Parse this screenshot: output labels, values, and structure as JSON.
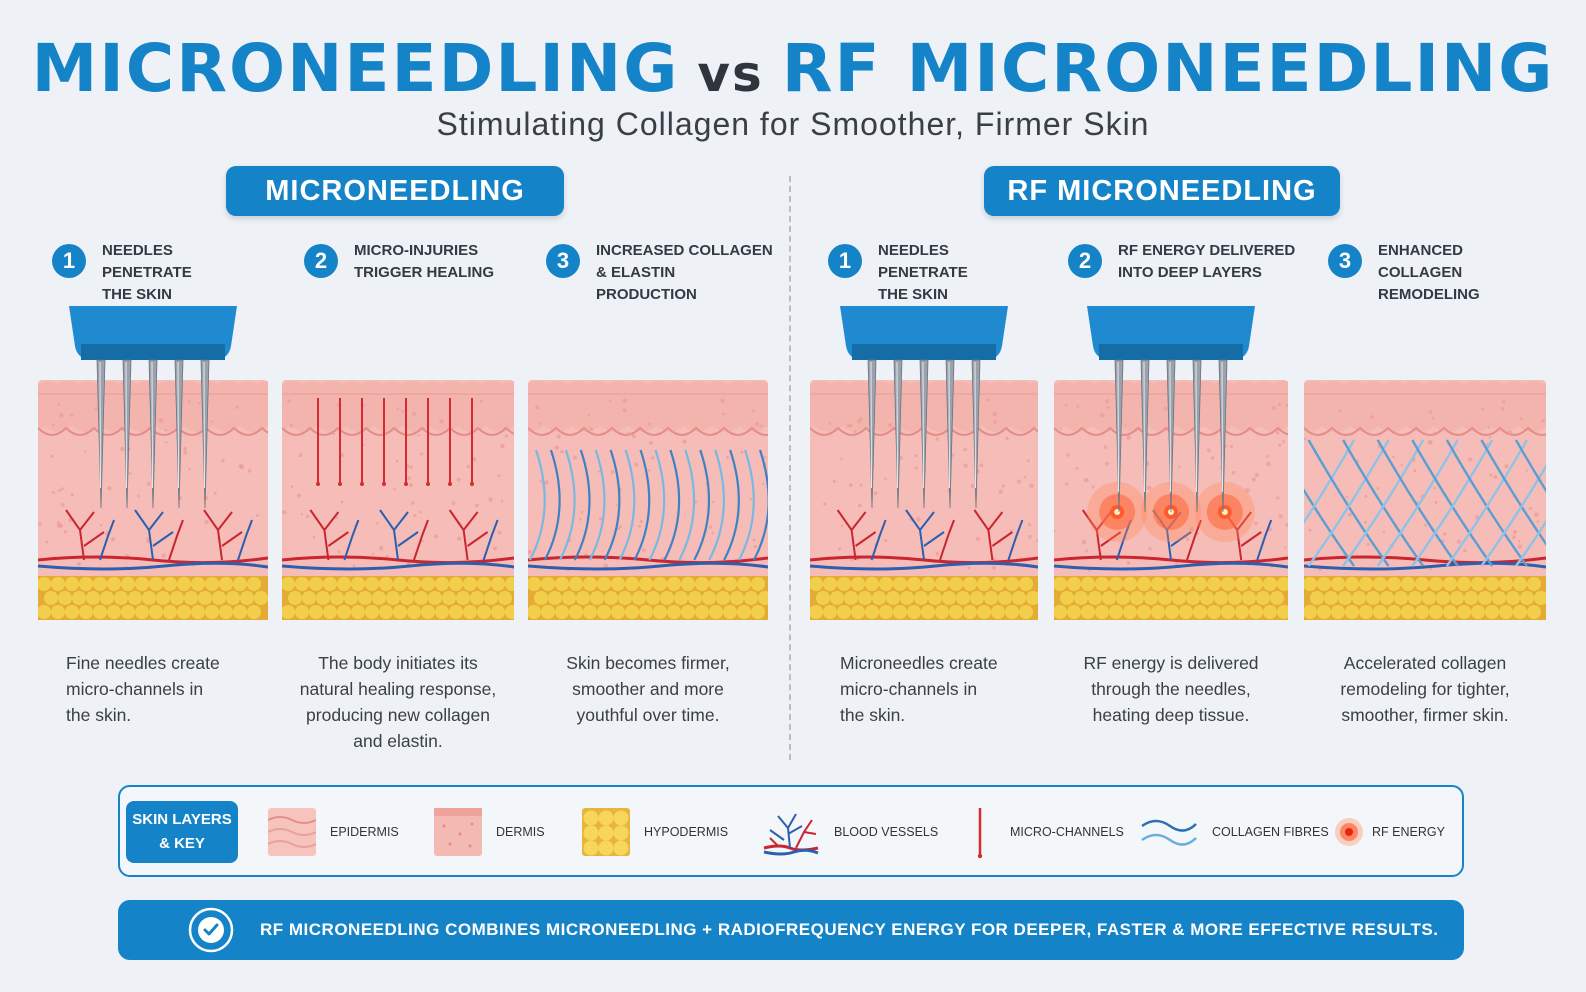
{
  "title": {
    "part1": "MICRONEEDLING",
    "vs": "vs",
    "part2": "RF MICRONEEDLING"
  },
  "subtitle": "Stimulating Collagen for Smoother, Firmer Skin",
  "sections": {
    "left": {
      "label": "MICRONEEDLING",
      "steps": [
        {
          "num": "1",
          "line1": "NEEDLES PENETRATE",
          "line2": "THE SKIN",
          "caption": [
            "Fine needles create",
            "micro-channels in",
            "the skin."
          ]
        },
        {
          "num": "2",
          "line1": "MICRO-INJURIES",
          "line2": "TRIGGER HEALING",
          "caption": [
            "The body initiates its",
            "natural healing response,",
            "producing new collagen",
            "and elastin."
          ]
        },
        {
          "num": "3",
          "line1": "INCREASED COLLAGEN",
          "line2": "& ELASTIN PRODUCTION",
          "caption": [
            "Skin becomes firmer,",
            "smoother and more",
            "youthful over time."
          ]
        }
      ]
    },
    "right": {
      "label": "RF MICRONEEDLING",
      "steps": [
        {
          "num": "1",
          "line1": "NEEDLES PENETRATE",
          "line2": "THE SKIN",
          "caption": [
            "Microneedles create",
            "micro-channels in",
            "the skin."
          ]
        },
        {
          "num": "2",
          "line1": "RF ENERGY DELIVERED",
          "line2": "INTO DEEP LAYERS",
          "caption": [
            "RF energy is delivered",
            "through the needles,",
            "heating deep tissue."
          ]
        },
        {
          "num": "3",
          "line1": "ENHANCED COLLAGEN",
          "line2": "REMODELING",
          "caption": [
            "Accelerated collagen",
            "remodeling for tighter,",
            "smoother, firmer skin."
          ]
        }
      ]
    }
  },
  "legend": {
    "key_line1": "SKIN LAYERS",
    "key_line2": "& KEY",
    "items": [
      "EPIDERMIS",
      "DERMIS",
      "HYPODERMIS",
      "BLOOD VESSELS",
      "MICRO-CHANNELS",
      "COLLAGEN FIBRES",
      "RF ENERGY"
    ]
  },
  "bottom_message": "RF MICRONEEDLING COMBINES MICRONEEDLING + RADIOFREQUENCY ENERGY FOR DEEPER, FASTER & MORE EFFECTIVE RESULTS.",
  "colors": {
    "accent": "#1583c8",
    "epidermis": "#f4b4ae",
    "dermis": "#f6bdb8",
    "hypodermis": "#f2cf4a",
    "artery": "#c9262f",
    "vein": "#2c5fb0",
    "collagen": "#5a9ed3",
    "rf": "#ff5a2a"
  }
}
